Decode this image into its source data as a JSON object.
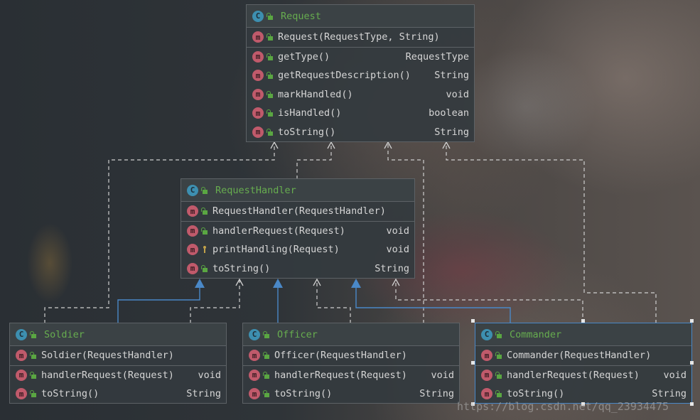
{
  "classes": {
    "request": {
      "name": "Request",
      "members": [
        [
          "Request(RequestType, String)"
        ]
      ],
      "methods": [
        [
          "getType()",
          "RequestType"
        ],
        [
          "getRequestDescription()",
          "String"
        ],
        [
          "markHandled()",
          "void"
        ],
        [
          "isHandled()",
          "boolean"
        ],
        [
          "toString()",
          "String"
        ]
      ]
    },
    "request_handler": {
      "name": "RequestHandler",
      "members": [
        [
          "RequestHandler(RequestHandler)"
        ]
      ],
      "methods": [
        [
          "handlerRequest(Request)",
          "void"
        ],
        [
          "printHandling(Request)",
          "void"
        ],
        [
          "toString()",
          "String"
        ]
      ]
    },
    "soldier": {
      "name": "Soldier",
      "members": [
        [
          "Soldier(RequestHandler)"
        ]
      ],
      "methods": [
        [
          "handlerRequest(Request)",
          "void"
        ],
        [
          "toString()",
          "String"
        ]
      ]
    },
    "officer": {
      "name": "Officer",
      "members": [
        [
          "Officer(RequestHandler)"
        ]
      ],
      "methods": [
        [
          "handlerRequest(Request)",
          "void"
        ],
        [
          "toString()",
          "String"
        ]
      ]
    },
    "commander": {
      "name": "Commander",
      "members": [
        [
          "Commander(RequestHandler)"
        ]
      ],
      "methods": [
        [
          "handlerRequest(Request)",
          "void"
        ],
        [
          "toString()",
          "String"
        ]
      ]
    }
  },
  "icons": {
    "class": "C",
    "method": "m"
  },
  "colors": {
    "class_name": "#67ad4f",
    "inheritance": "#4a88c7",
    "dependency": "#d0d0d0",
    "selected_border": "#4a88c7"
  },
  "watermark": "https://blog.csdn.net/qq_23934475"
}
